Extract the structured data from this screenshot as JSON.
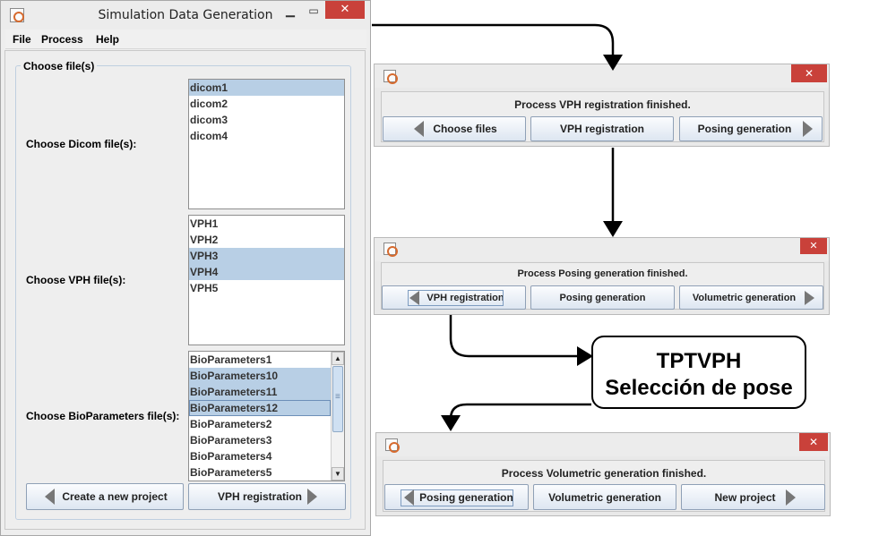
{
  "main_window": {
    "title": "Simulation Data Generation",
    "menu": [
      "File",
      "Process",
      "Help"
    ],
    "group_title": "Choose file(s)",
    "dicom": {
      "label": "Choose Dicom file(s):",
      "items": [
        "dicom1",
        "dicom2",
        "dicom3",
        "dicom4"
      ],
      "selected": [
        0
      ]
    },
    "vph": {
      "label": "Choose VPH file(s):",
      "items": [
        "VPH1",
        "VPH2",
        "VPH3",
        "VPH4",
        "VPH5"
      ],
      "selected": [
        2,
        3
      ]
    },
    "bio": {
      "label": "Choose BioParameters file(s):",
      "items": [
        "BioParameters1",
        "BioParameters10",
        "BioParameters11",
        "BioParameters12",
        "BioParameters2",
        "BioParameters3",
        "BioParameters4",
        "BioParameters5"
      ],
      "selected": [
        1,
        2,
        3
      ]
    },
    "buttons": {
      "back": "Create a new project",
      "next": "VPH registration"
    }
  },
  "dialogs": [
    {
      "message": "Process VPH registration finished.",
      "back": "Choose files",
      "middle": "VPH registration",
      "next": "Posing generation"
    },
    {
      "message": "Process Posing generation finished.",
      "back": "VPH registration",
      "middle": "Posing generation",
      "next": "Volumetric generation"
    },
    {
      "message": "Process Volumetric generation finished.",
      "back": "Posing generation",
      "middle": "Volumetric generation",
      "next": "New project"
    }
  ],
  "callout": {
    "line1": "TPTVPH",
    "line2": "Selección de pose"
  },
  "colors": {
    "selection": "#b8cfe5",
    "close_button": "#c9413a",
    "button_top": "#fbfcfe",
    "button_bottom": "#dde6f1"
  },
  "icons": {
    "window": "java-app-icon",
    "close": "close-icon",
    "minimize": "minimize-icon",
    "maximize": "maximize-icon",
    "back": "left-triangle-icon",
    "next": "right-triangle-icon"
  }
}
